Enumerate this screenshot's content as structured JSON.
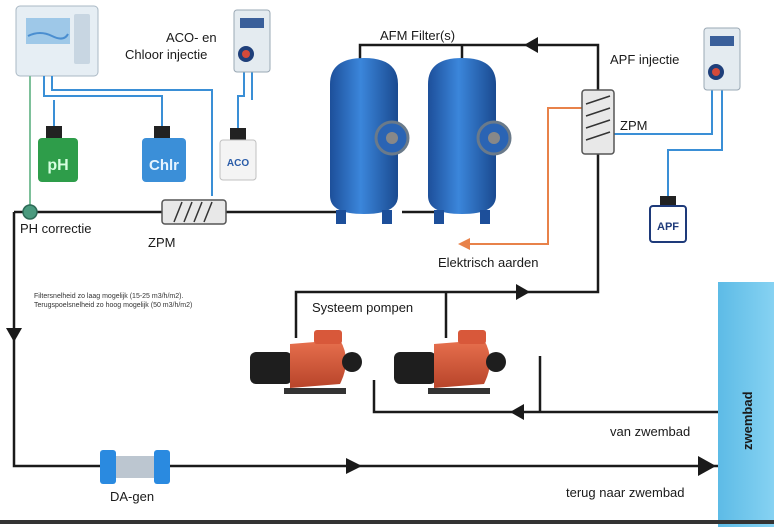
{
  "labels": {
    "aco_line1": "ACO- en",
    "aco_line2": "Chloor injectie",
    "afm_filter": "AFM Filter(s)",
    "apf_injectie": "APF injectie",
    "zpm_right": "ZPM",
    "zpm_left": "ZPM",
    "ph_correctie": "PH correctie",
    "elektrisch_aarden": "Elektrisch aarden",
    "filter_note_1": "Filtersnelheid zo laag mogelijk (15-25 m3/h/m2).",
    "filter_note_2": "Terugspoelsnelheid zo hoog mogelijk (50 m3/h/m2)",
    "systeem_pompen": "Systeem pompen",
    "van_zwembad": "van zwembad",
    "terug_naar_zwembad": "terug naar zwembad",
    "da_gen": "DA-gen",
    "zwembad": "zwembad"
  },
  "containers": {
    "ph": "pH",
    "chlr": "Chlr",
    "aco": "ACO",
    "apf": "APF"
  },
  "colors": {
    "pipe": "#1a1a1a",
    "signal_line": "#3a8fd6",
    "ph_line": "#7dc09a",
    "earth_line": "#e8824a",
    "pool": "#6cc4ea",
    "filter_tank": "#2e6fc4",
    "pump_body": "#d8583a",
    "pump_motor": "#1e1e1e",
    "ph_container": "#2e9d4a",
    "chlr_container": "#3b8fd8"
  }
}
